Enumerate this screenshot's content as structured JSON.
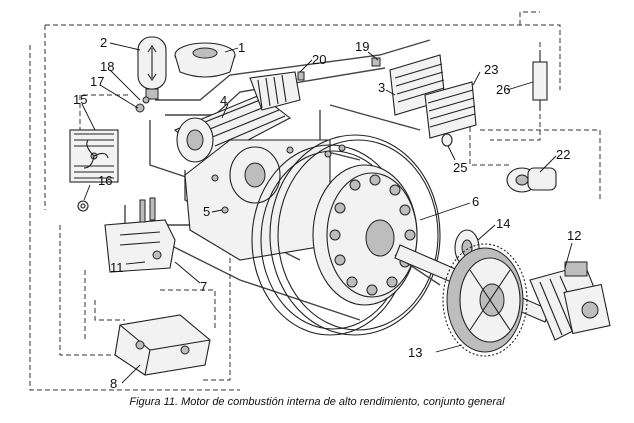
{
  "figure": {
    "caption": "Figura 11. Motor de combustión interna de alto rendimiento, conjunto general",
    "callouts": [
      "1",
      "2",
      "3",
      "4",
      "5",
      "6",
      "7",
      "8",
      "11",
      "12",
      "13",
      "14",
      "15",
      "16",
      "17",
      "18",
      "19",
      "20",
      "22",
      "23",
      "25",
      "26"
    ]
  },
  "colors": {
    "line": "#222222",
    "background": "#ffffff",
    "fill": "#f2f2f2"
  }
}
